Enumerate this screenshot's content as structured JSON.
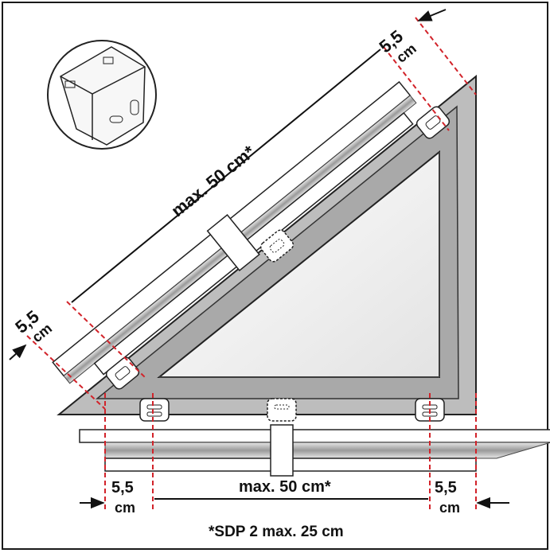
{
  "diagram": {
    "top_measure": {
      "value": "5,5",
      "unit": "cm"
    },
    "left_measure": {
      "value": "5,5",
      "unit": "cm"
    },
    "diagonal_measure": "max. 50 cm*",
    "bottom_left_measure": {
      "value": "5,5",
      "unit": "cm"
    },
    "bottom_center_measure": "max. 50 cm*",
    "bottom_right_measure": {
      "value": "5,5",
      "unit": "cm"
    },
    "footnote": "*SDP 2 max. 25 cm",
    "colors": {
      "frame_gray": "#b7b7b7",
      "dark_gray": "#8f8f8f",
      "dimension_red": "#d2232a",
      "glass": "#f2f2f2",
      "outline": "#222222"
    }
  }
}
